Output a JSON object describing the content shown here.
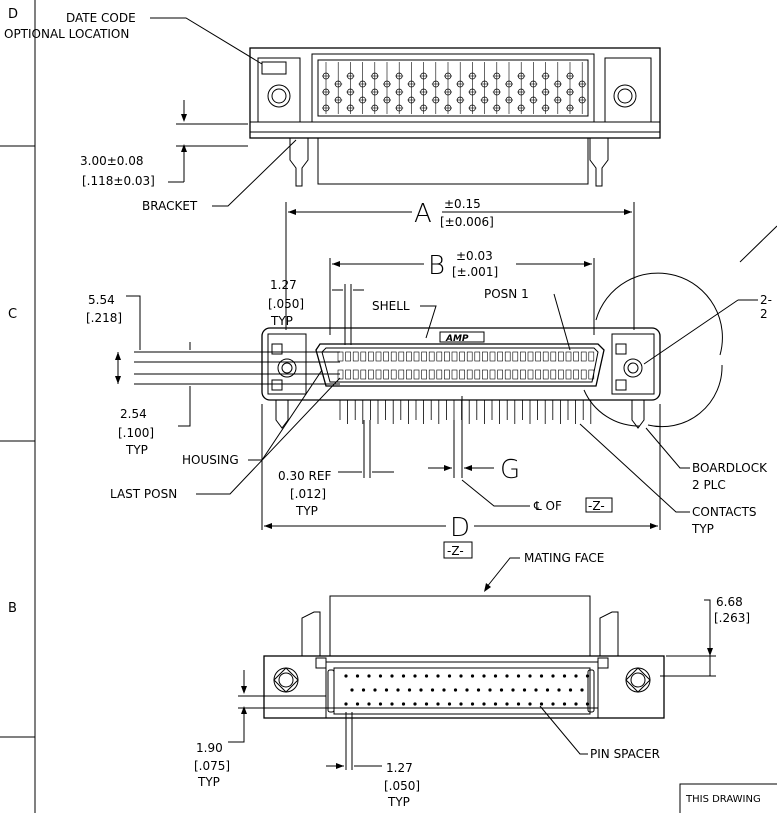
{
  "zones": [
    "D",
    "C",
    "B"
  ],
  "labels": {
    "date_code_1": "DATE CODE",
    "date_code_2": "OPTIONAL LOCATION",
    "dim_300": "3.00±0.08",
    "dim_300_in": "[.118±0.03]",
    "bracket": "BRACKET",
    "dim_a": "A",
    "dim_a_tol": "±0.15",
    "dim_a_tol_in": "[±0.006]",
    "dim_b": "B",
    "dim_b_tol": "±0.03",
    "dim_b_tol_in": "[±.001]",
    "dim_127": "1.27",
    "dim_127_in": "[.050]",
    "typ": "TYP",
    "dim_554": "5.54",
    "dim_554_in": "[.218]",
    "shell": "SHELL",
    "posn1": "POSN 1",
    "amp": "AMP",
    "dim_254": "2.54",
    "dim_254_in": "[.100]",
    "housing": "HOUSING",
    "last_posn": "LAST POSN",
    "dim_030": "0.30 REF",
    "dim_030_in": "[.012]",
    "dim_g": "G",
    "cl_of": "℄ OF",
    "datum_z": "-Z-",
    "dim_d": "D",
    "boardlock": "BOARDLOCK",
    "two_plc": "2 PLC",
    "contacts": "CONTACTS",
    "mating_face": "MATING FACE",
    "dim_668": "6.68",
    "dim_668_in": "[.263]",
    "dim_190": "1.90",
    "dim_190_in": "[.075]",
    "pin_spacer": "PIN SPACER",
    "this_drawing": "THIS DRAWING",
    "callout_2a": "2-",
    "callout_2b": "2"
  }
}
